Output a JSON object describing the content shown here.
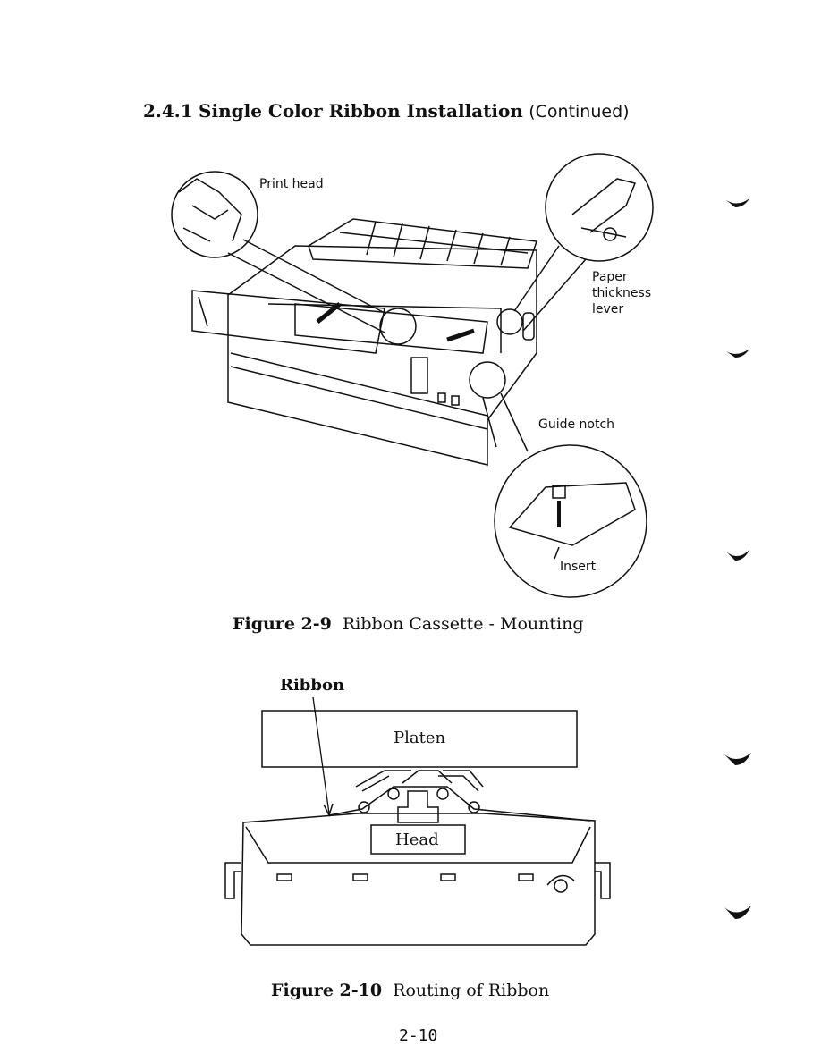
{
  "heading": {
    "number": "2.4.1",
    "title": "Single Color Ribbon Installation",
    "continued": "(Continued)"
  },
  "figure_2_9": {
    "callouts": {
      "print_head": "Print head",
      "paper_thickness_1": "Paper",
      "paper_thickness_2": "thickness",
      "paper_thickness_3": "lever",
      "guide_notch": "Guide notch",
      "insert": "Insert"
    },
    "caption_number": "Figure 2-9",
    "caption_text": "Ribbon Cassette - Mounting"
  },
  "figure_2_10": {
    "labels": {
      "ribbon": "Ribbon",
      "platen": "Platen",
      "head": "Head"
    },
    "caption_number": "Figure 2-10",
    "caption_text": "Routing of Ribbon"
  },
  "page_number": "2-10"
}
